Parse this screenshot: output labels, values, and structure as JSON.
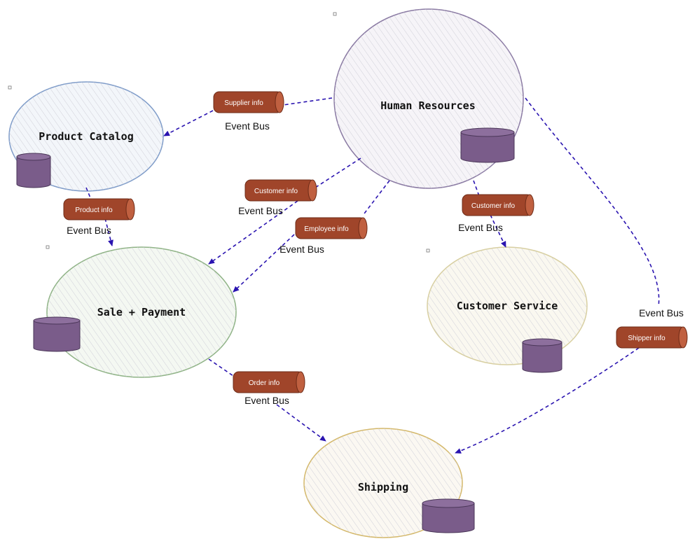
{
  "contexts": [
    {
      "id": "human-resources",
      "label": "Human Resources",
      "color": "#8a7aa3"
    },
    {
      "id": "product-catalog",
      "label": "Product Catalog",
      "color": "#7f9cc9"
    },
    {
      "id": "sale-payment",
      "label": "Sale + Payment",
      "color": "#8fb386"
    },
    {
      "id": "customer-service",
      "label": "Customer Service",
      "color": "#d8cfa0"
    },
    {
      "id": "shipping",
      "label": "Shipping",
      "color": "#d4b86a"
    }
  ],
  "messages": [
    {
      "id": "supplier-info",
      "label": "Supplier info",
      "bus": "Event Bus"
    },
    {
      "id": "product-info",
      "label": "Product info",
      "bus": "Event Bus"
    },
    {
      "id": "customer-info-sale",
      "label": "Customer info",
      "bus": "Event Bus"
    },
    {
      "id": "employee-info",
      "label": "Employee info",
      "bus": "Event Bus"
    },
    {
      "id": "customer-info-service",
      "label": "Customer info",
      "bus": "Event Bus"
    },
    {
      "id": "shipper-info",
      "label": "Shipper info",
      "bus": "Event Bus"
    },
    {
      "id": "order-info",
      "label": "Order info",
      "bus": "Event Bus"
    }
  ],
  "colors": {
    "pipe": "#a0452a",
    "pipe_end": "#c06040",
    "database": "#7a5c8a",
    "arrow": "#2a14b0"
  }
}
